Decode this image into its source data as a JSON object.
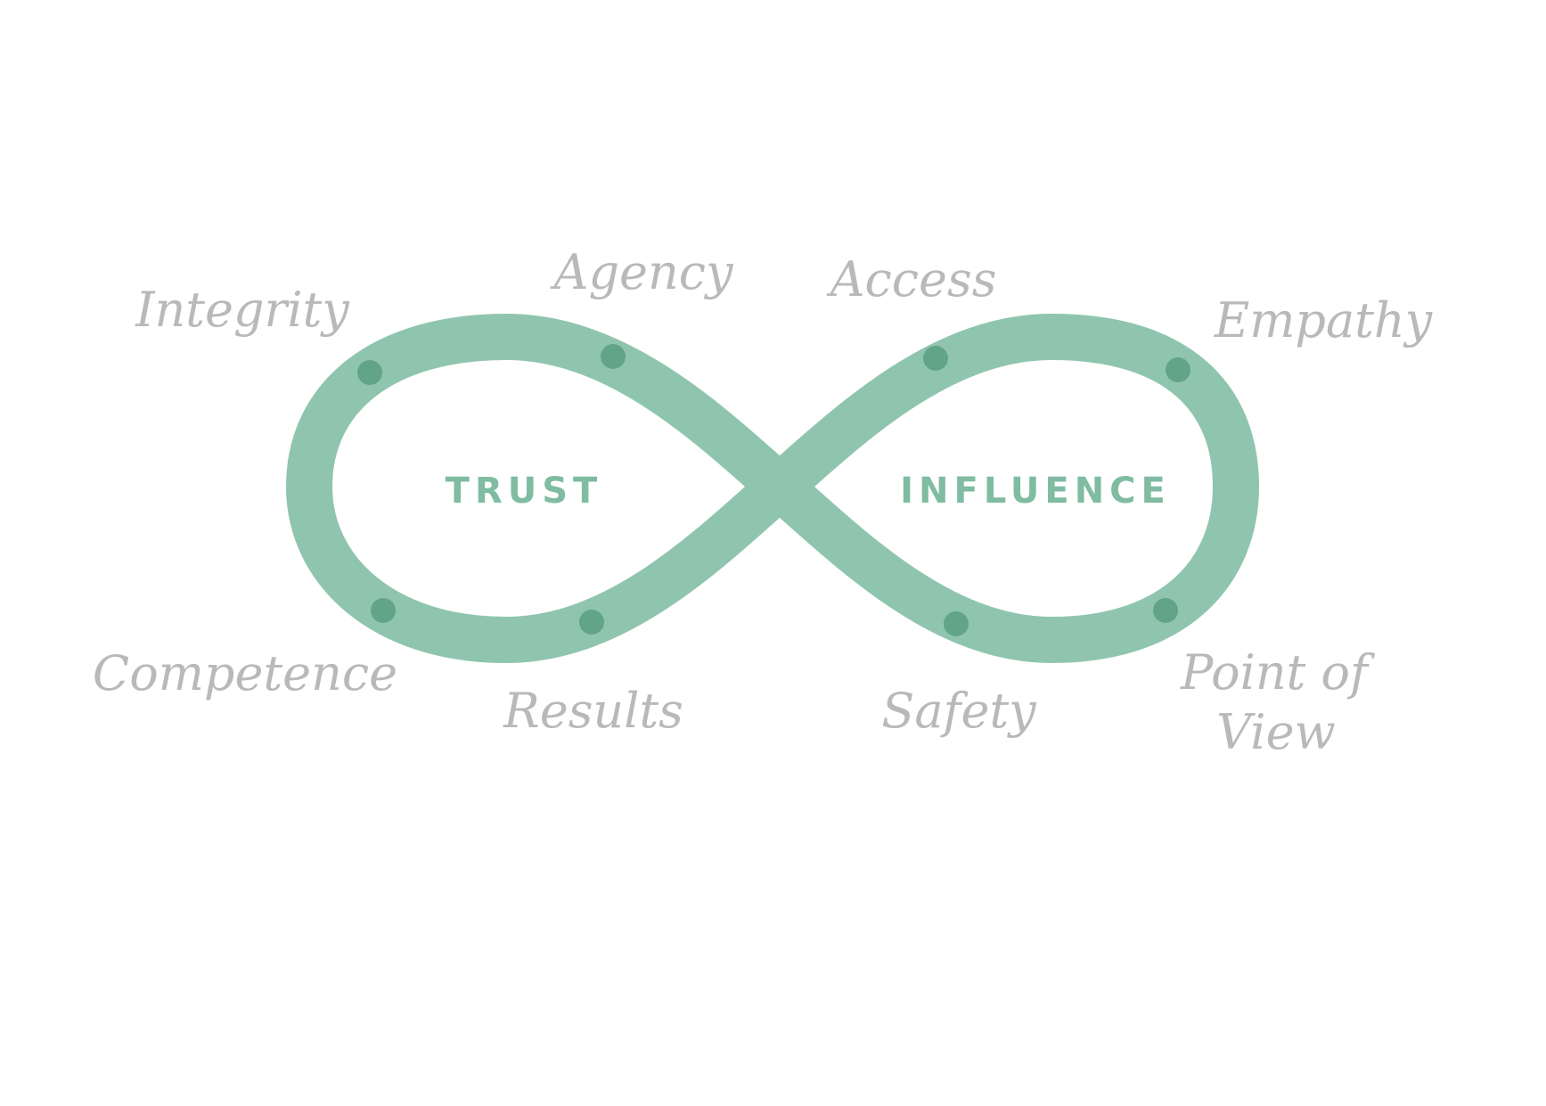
{
  "diagram": {
    "loops": {
      "left": "TRUST",
      "right": "INFLUENCE"
    },
    "terms": {
      "integrity": "Integrity",
      "agency": "Agency",
      "access": "Access",
      "empathy": "Empathy",
      "competence": "Competence",
      "results": "Results",
      "safety": "Safety",
      "point_of_view_line1": "Point of",
      "point_of_view_line2": "View"
    },
    "colors": {
      "loop_stroke": "#8fc5ae",
      "dot": "#62a487",
      "loop_text": "#7fbca1",
      "term_text": "#b9b9b9"
    }
  }
}
